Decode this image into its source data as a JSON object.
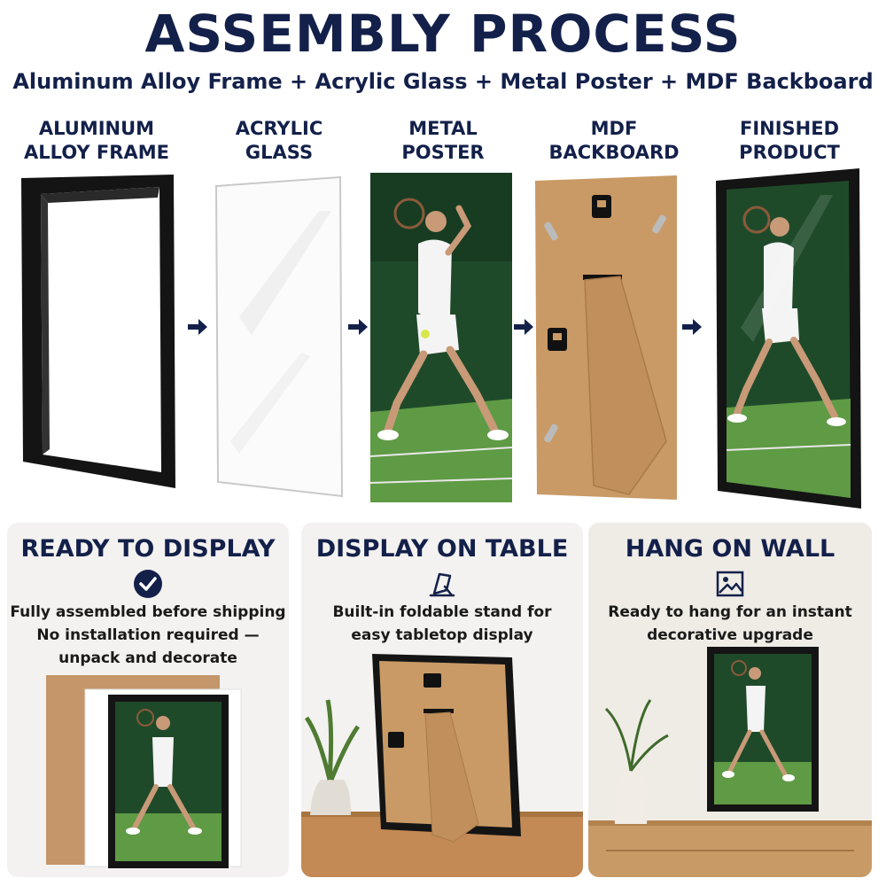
{
  "header": {
    "title": "ASSEMBLY PROCESS",
    "subtitle": "Aluminum Alloy Frame + Acrylic Glass + Metal Poster + MDF Backboard"
  },
  "steps": [
    {
      "line1": "ALUMINUM",
      "line2": "ALLOY FRAME"
    },
    {
      "line1": "ACRYLIC",
      "line2": "GLASS"
    },
    {
      "line1": "METAL",
      "line2": "POSTER"
    },
    {
      "line1": "MDF",
      "line2": "BACKBOARD"
    },
    {
      "line1": "FINISHED",
      "line2": "PRODUCT"
    }
  ],
  "panels": [
    {
      "title": "READY TO DISPLAY",
      "icon": "check-circle-icon",
      "lines": [
        "Fully assembled before shipping",
        "No installation required —",
        "unpack and decorate"
      ]
    },
    {
      "title": "DISPLAY ON TABLE",
      "icon": "easel-icon",
      "lines": [
        "Built-in foldable stand for",
        "easy tabletop display"
      ]
    },
    {
      "title": "HANG ON WALL",
      "icon": "picture-icon",
      "lines": [
        "Ready to hang for an instant",
        "decorative upgrade"
      ]
    }
  ],
  "colors": {
    "navy": "#13204a",
    "frame": "#151515",
    "mdf": "#c99a66",
    "court_green": "#1f4a2a",
    "grass": "#5f9a45"
  }
}
